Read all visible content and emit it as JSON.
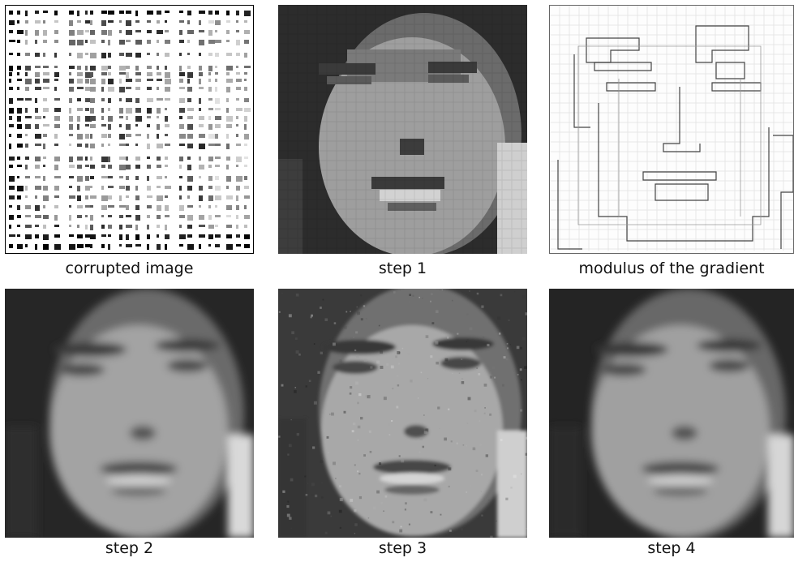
{
  "figure": {
    "panels": [
      {
        "caption": "corrupted image"
      },
      {
        "caption": "step 1"
      },
      {
        "caption": "modulus of the gradient"
      },
      {
        "caption": "step 2"
      },
      {
        "caption": "step 3"
      },
      {
        "caption": "step 4"
      }
    ]
  }
}
